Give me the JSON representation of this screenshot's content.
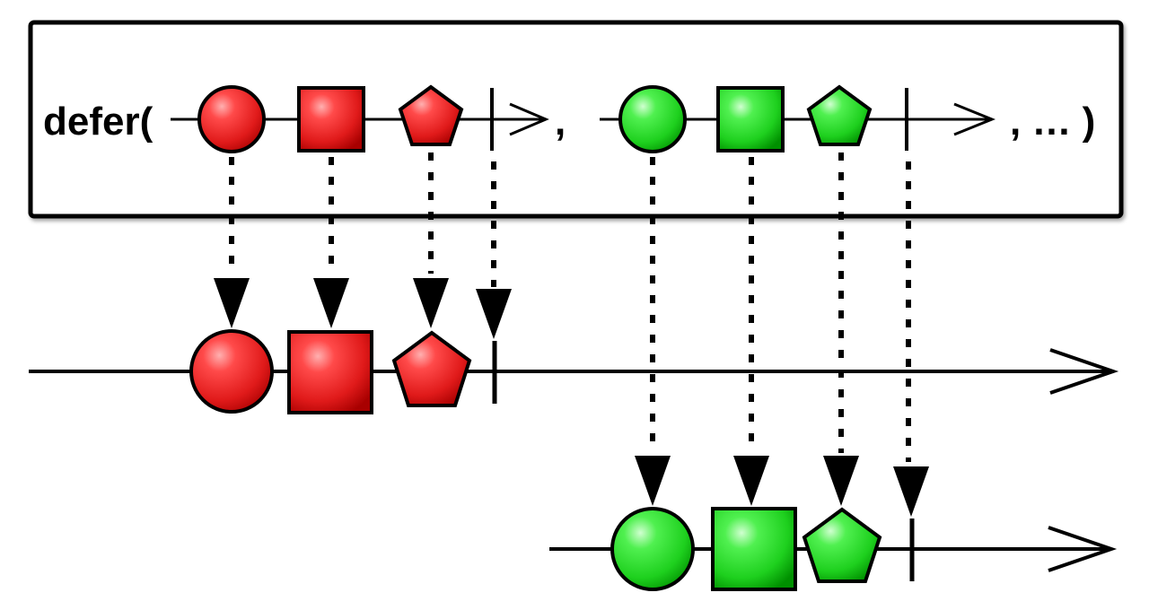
{
  "header": {
    "operator_text": "defer(",
    "separator_text": ",",
    "ellipsis_text": ", … )"
  },
  "sources": [
    {
      "color": "red",
      "items": [
        "circle",
        "square",
        "pentagon"
      ],
      "terminates": true
    },
    {
      "color": "green",
      "items": [
        "circle",
        "square",
        "pentagon"
      ],
      "terminates": true
    }
  ],
  "output_timelines": [
    {
      "color": "red",
      "items": [
        "circle",
        "square",
        "pentagon"
      ],
      "terminates": true
    },
    {
      "color": "green",
      "items": [
        "circle",
        "square",
        "pentagon"
      ],
      "terminates": true
    }
  ],
  "colors": {
    "red_light": "#ff9a9a",
    "red": "#ee2222",
    "red_dark": "#b00000",
    "green_light": "#b8ffb8",
    "green": "#22dd22",
    "green_dark": "#009900",
    "stroke": "#000000"
  }
}
